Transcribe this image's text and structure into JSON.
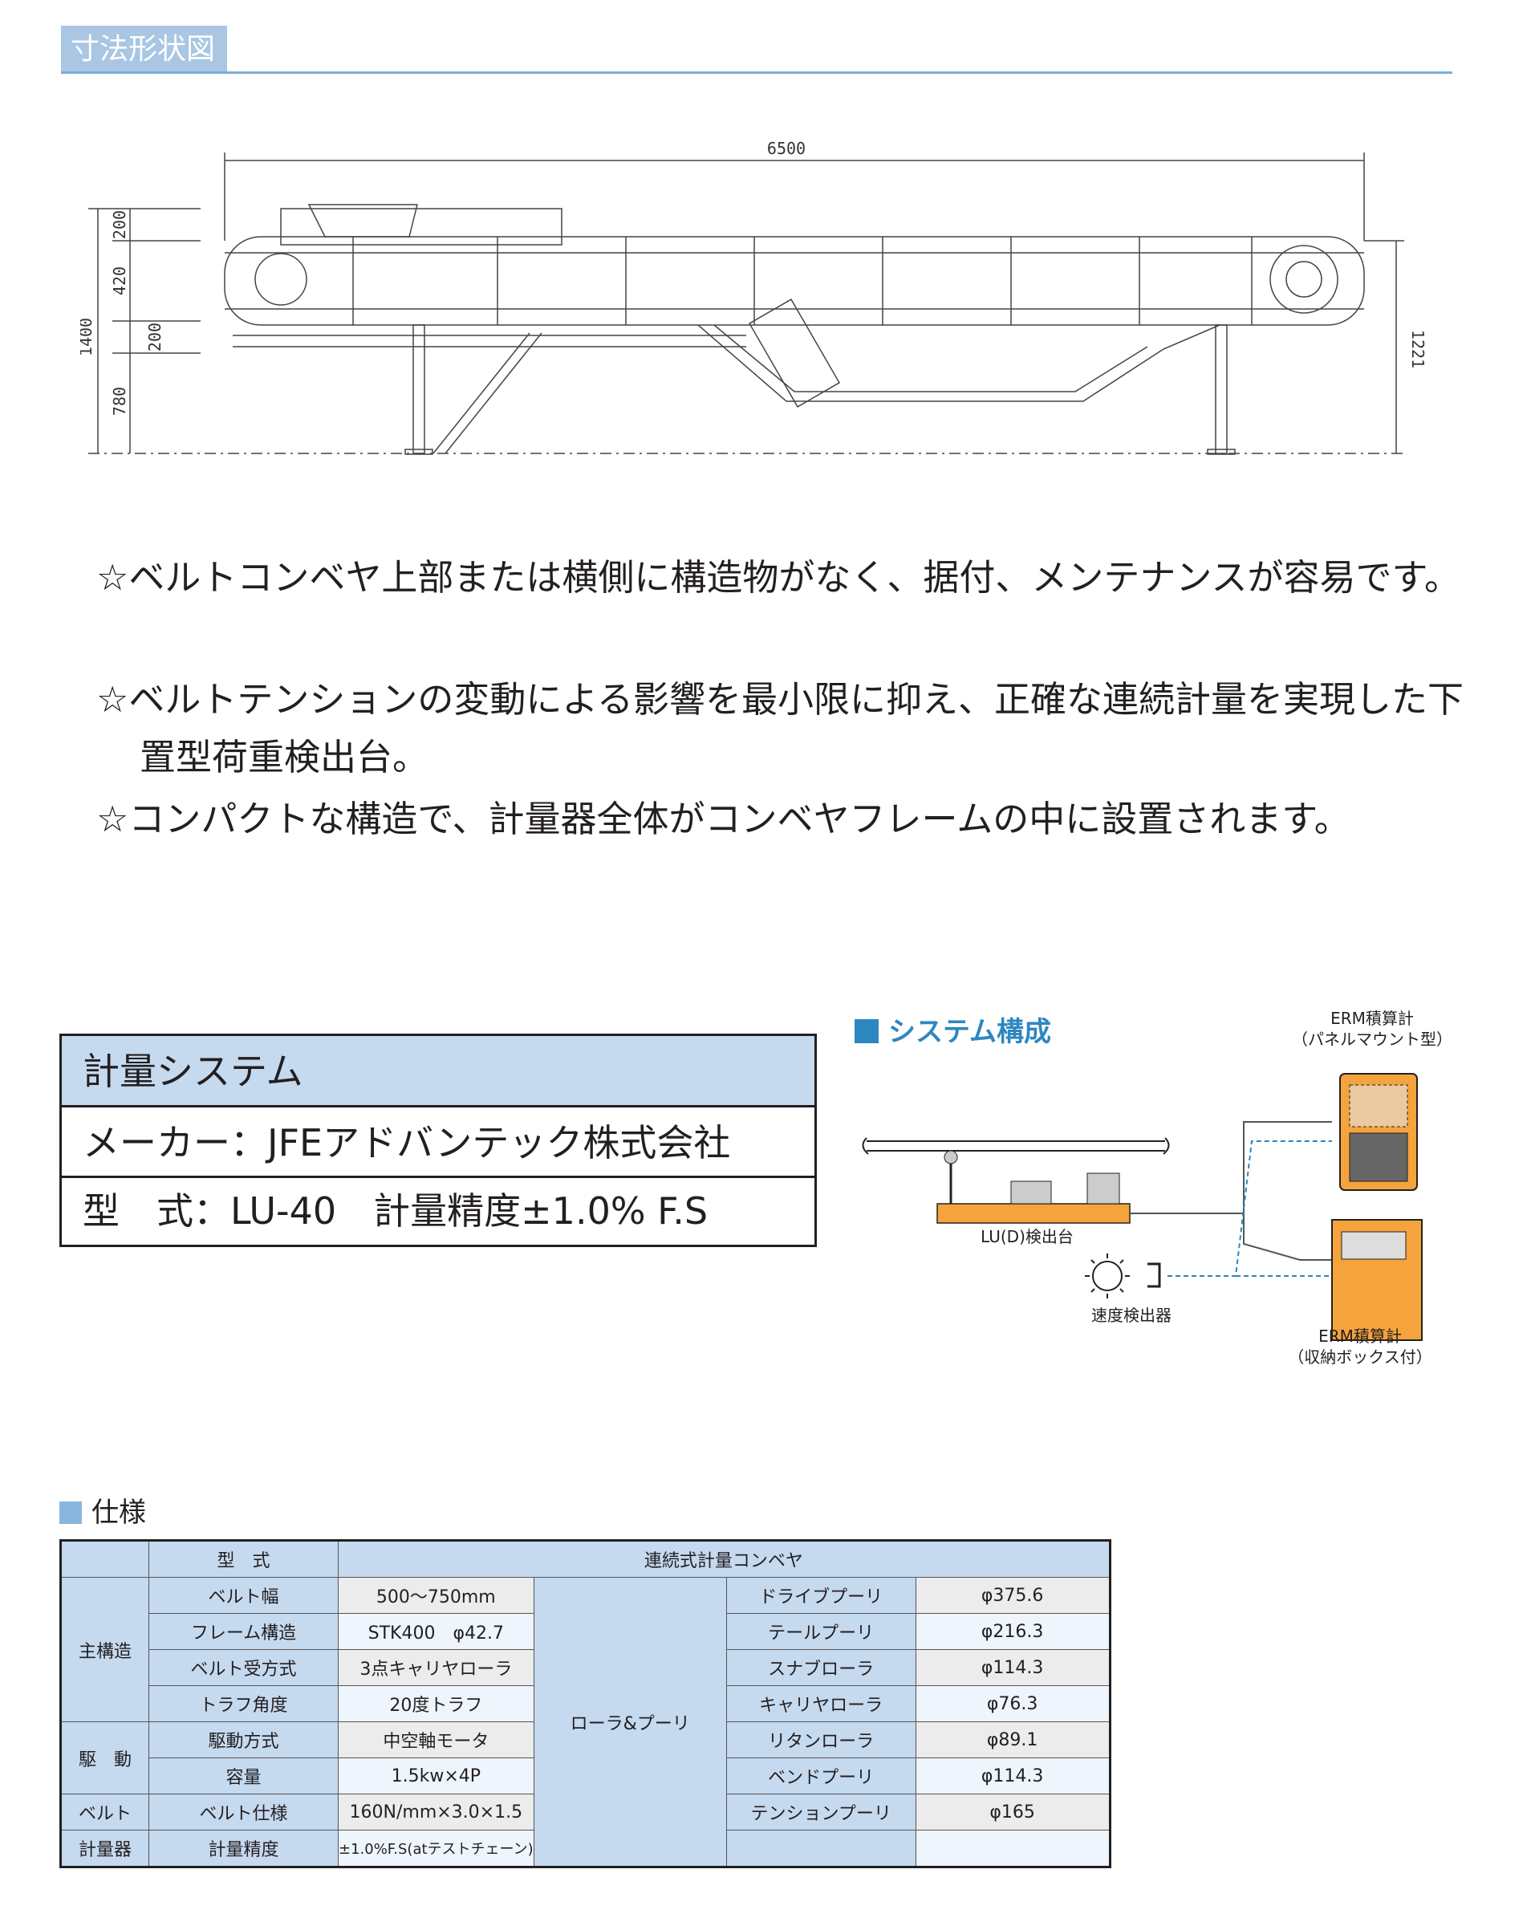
{
  "header": {
    "title": "寸法形状図"
  },
  "drawing": {
    "dims": {
      "total_length": "6500",
      "h_1400": "1400",
      "h_200_top": "200",
      "h_420": "420",
      "h_200_mid": "200",
      "h_780": "780",
      "h_1221": "1221"
    }
  },
  "features": [
    "☆ベルトコンベヤ上部または横側に構造物がなく、据付、メンテナンスが容易です。",
    "☆ベルトテンションの変動による影響を最小限に抑え、正確な連続計量を実現した下置型荷重検出台。",
    "☆コンパクトな構造で、計量器全体がコンベヤフレームの中に設置されます。"
  ],
  "measurement_system": {
    "title": "計量システム",
    "maker": "メーカー：JFEアドバンテック株式会社",
    "model": "型　式：LU-40　計量精度±1.0% F.S"
  },
  "system_config": {
    "title": "システム構成",
    "erm_panel_line1": "ERM積算計",
    "erm_panel_line2": "（パネルマウント型）",
    "erm_box_line1": "ERM積算計",
    "erm_box_line2": "（収納ボックス付）",
    "lu_label": "LU(D)検出台",
    "speed_label": "速度検出器",
    "colors": {
      "accent": "#2e86c1",
      "device": "#f5a33c",
      "line": "#2e86c1"
    }
  },
  "specs": {
    "heading": "仕様",
    "model_label": "型　式",
    "model_value": "連続式計量コンベヤ",
    "groups": {
      "main": "主構造",
      "drive": "駆　動",
      "belt": "ベルト",
      "scale": "計量器",
      "roller": "ローラ&プーリ"
    },
    "rows": [
      {
        "item": "ベルト幅",
        "value": "500～750mm",
        "roller": "ドライブプーリ",
        "dia": "φ375.6"
      },
      {
        "item": "フレーム構造",
        "value": "STK400　φ42.7",
        "roller": "テールプーリ",
        "dia": "φ216.3"
      },
      {
        "item": "ベルト受方式",
        "value": "3点キャリヤローラ",
        "roller": "スナブローラ",
        "dia": "φ114.3"
      },
      {
        "item": "トラフ角度",
        "value": "20度トラフ",
        "roller": "キャリヤローラ",
        "dia": "φ76.3"
      },
      {
        "item": "駆動方式",
        "value": "中空軸モータ",
        "roller": "リタンローラ",
        "dia": "φ89.1"
      },
      {
        "item": "容量",
        "value": "1.5kw×4P",
        "roller": "ベンドプーリ",
        "dia": "φ114.3"
      },
      {
        "item": "ベルト仕様",
        "value": "160N/mm×3.0×1.5",
        "roller": "テンションプーリ",
        "dia": "φ165"
      },
      {
        "item": "計量精度",
        "value": "±1.0%F.S(atテストチェーン)",
        "roller": "",
        "dia": ""
      }
    ]
  }
}
